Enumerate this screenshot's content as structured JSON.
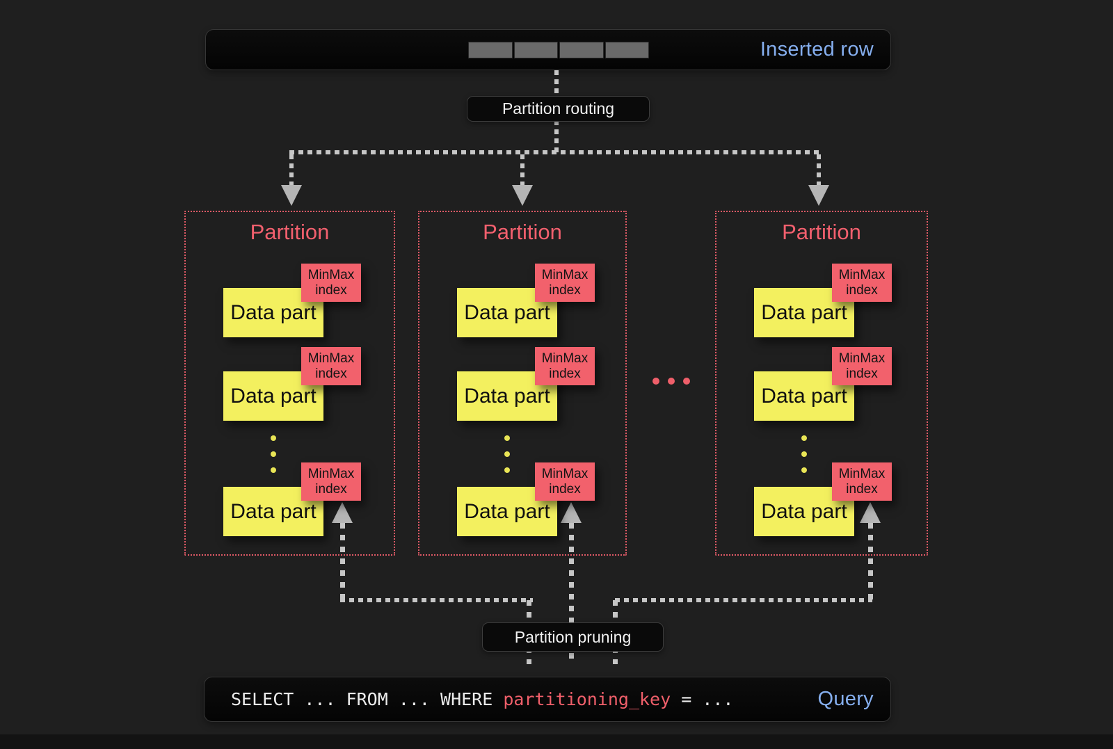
{
  "inserted_row": {
    "label": "Inserted row",
    "cell_count": 4
  },
  "routing_label": "Partition routing",
  "pruning_label": "Partition pruning",
  "ellipsis": "...",
  "partitions": [
    {
      "title": "Partition",
      "parts": [
        {
          "label": "Data part",
          "tag": "MinMax index"
        },
        {
          "label": "Data part",
          "tag": "MinMax index"
        },
        {
          "label": "Data part",
          "tag": "MinMax index"
        }
      ]
    },
    {
      "title": "Partition",
      "parts": [
        {
          "label": "Data part",
          "tag": "MinMax index"
        },
        {
          "label": "Data part",
          "tag": "MinMax index"
        },
        {
          "label": "Data part",
          "tag": "MinMax index"
        }
      ]
    },
    {
      "title": "Partition",
      "parts": [
        {
          "label": "Data part",
          "tag": "MinMax index"
        },
        {
          "label": "Data part",
          "tag": "MinMax index"
        },
        {
          "label": "Data part",
          "tag": "MinMax index"
        }
      ]
    }
  ],
  "query": {
    "prefix": "SELECT ... FROM ... WHERE ",
    "key": "partitioning_key",
    "suffix": " = ...",
    "label": "Query"
  },
  "colors": {
    "background": "#1f1f1f",
    "accent_yellow": "#f3f05f",
    "accent_red": "#f2616c",
    "accent_blue": "#85aeee",
    "connector_gray": "#c6c6c6",
    "partition_border": "#e05a66"
  }
}
